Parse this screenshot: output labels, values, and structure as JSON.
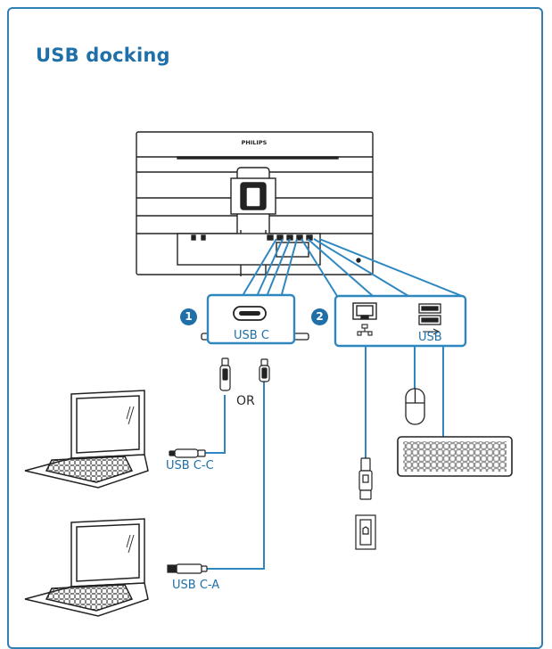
{
  "title": "USB docking",
  "monitor": {
    "brand": "PHILIPS"
  },
  "badges": [
    "1",
    "2"
  ],
  "labels": {
    "usb_c_port": "USB C",
    "usb_port": "USB",
    "or": "OR",
    "usb_c_c": "USB C-C",
    "usb_c_a": "USB C-A"
  },
  "colors": {
    "accent": "#1f6fa8",
    "line": "#222222",
    "cable": "#2f87c0"
  },
  "icons": [
    "usb-c-port-icon",
    "ethernet-port-icon",
    "network-icon",
    "usb-a-port-icon",
    "usb-symbol-icon",
    "laptop-icon",
    "mouse-icon",
    "keyboard-icon",
    "wall-socket-icon",
    "usb-c-plug-icon",
    "rj45-plug-icon",
    "usb-a-plug-icon"
  ]
}
